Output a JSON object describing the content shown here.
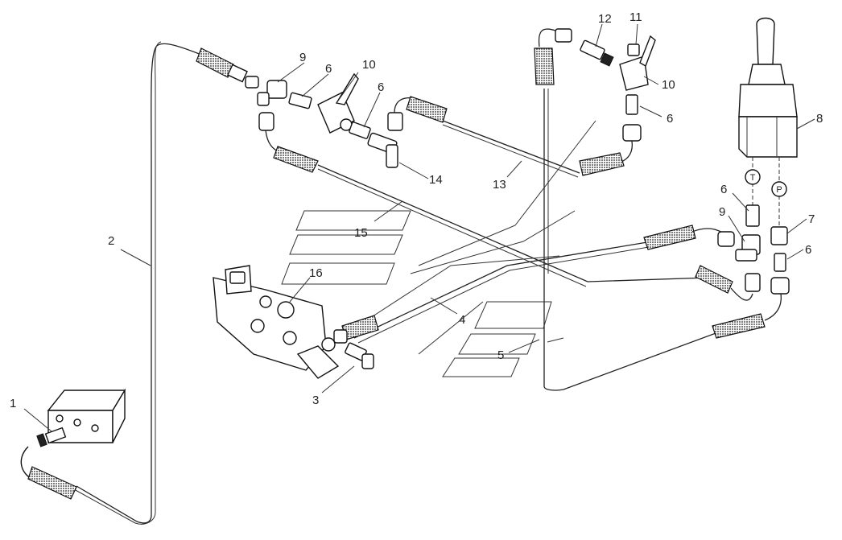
{
  "callouts": [
    {
      "id": "c1",
      "label": "1"
    },
    {
      "id": "c2",
      "label": "2"
    },
    {
      "id": "c3",
      "label": "3"
    },
    {
      "id": "c4",
      "label": "4"
    },
    {
      "id": "c5",
      "label": "5"
    },
    {
      "id": "c6a",
      "label": "6"
    },
    {
      "id": "c6b",
      "label": "6"
    },
    {
      "id": "c6c",
      "label": "6"
    },
    {
      "id": "c6d",
      "label": "6"
    },
    {
      "id": "c6e",
      "label": "6"
    },
    {
      "id": "c7",
      "label": "7"
    },
    {
      "id": "c8",
      "label": "8"
    },
    {
      "id": "c9a",
      "label": "9"
    },
    {
      "id": "c9b",
      "label": "9"
    },
    {
      "id": "c10a",
      "label": "10"
    },
    {
      "id": "c10b",
      "label": "10"
    },
    {
      "id": "c11",
      "label": "11"
    },
    {
      "id": "c12",
      "label": "12"
    },
    {
      "id": "c13",
      "label": "13"
    },
    {
      "id": "c14",
      "label": "14"
    },
    {
      "id": "c15",
      "label": "15"
    },
    {
      "id": "c16",
      "label": "16"
    }
  ],
  "port_markers": {
    "tank": "T",
    "pressure": "P"
  }
}
